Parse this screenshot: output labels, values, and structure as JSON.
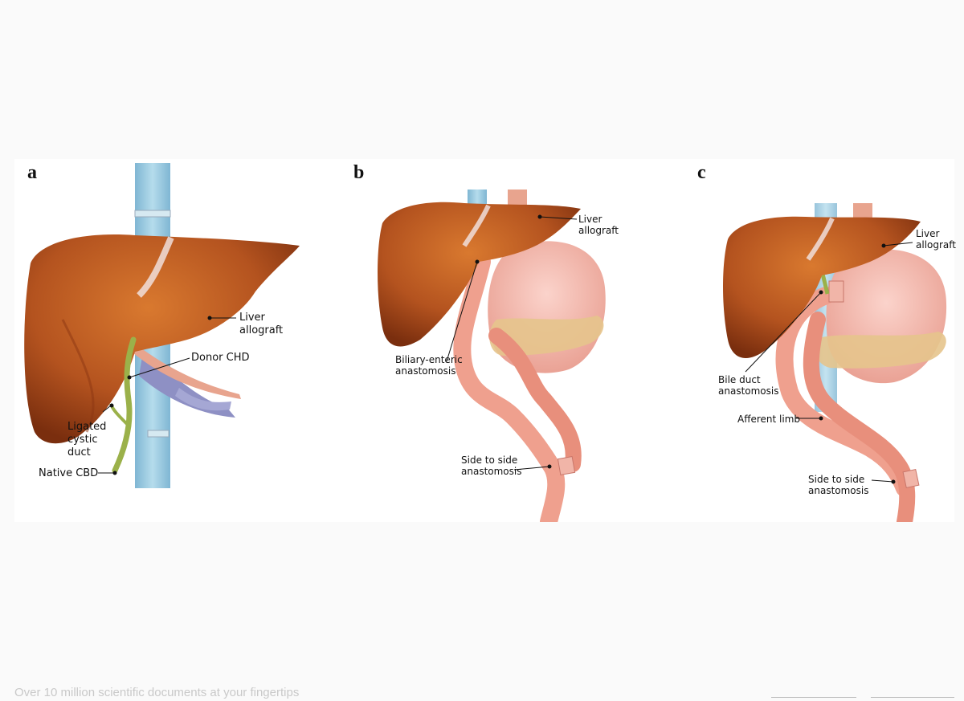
{
  "panels": {
    "a": {
      "letter": "a",
      "labels": {
        "liver": "Liver\nallograft",
        "donor_chd": "Donor CHD",
        "ligated": "Ligated\ncystic\nduct",
        "native_cbd": "Native CBD"
      }
    },
    "b": {
      "letter": "b",
      "labels": {
        "liver": "Liver\nallograft",
        "biliary": "Biliary-enteric\nanastomosis",
        "side": "Side to side\nanastomosis"
      }
    },
    "c": {
      "letter": "c",
      "labels": {
        "liver": "Liver\nallograft",
        "bile": "Bile duct\nanastomosis",
        "afferent": "Afferent limb",
        "side": "Side to side\nanastomosis"
      }
    }
  },
  "footer": {
    "text": "Over 10 million scientific documents at your fingertips"
  },
  "colors": {
    "liver": "#b4531f",
    "liver_dark": "#7a2e0e",
    "vessel_blue": "#8fc3dc",
    "vein_purple": "#8e90c4",
    "artery": "#e8a48e",
    "bowel": "#efa08e",
    "bowel_dark": "#d9776a",
    "stomach": "#f4b4aa",
    "pancreas": "#e6c48c",
    "duct": "#9bb14a"
  }
}
